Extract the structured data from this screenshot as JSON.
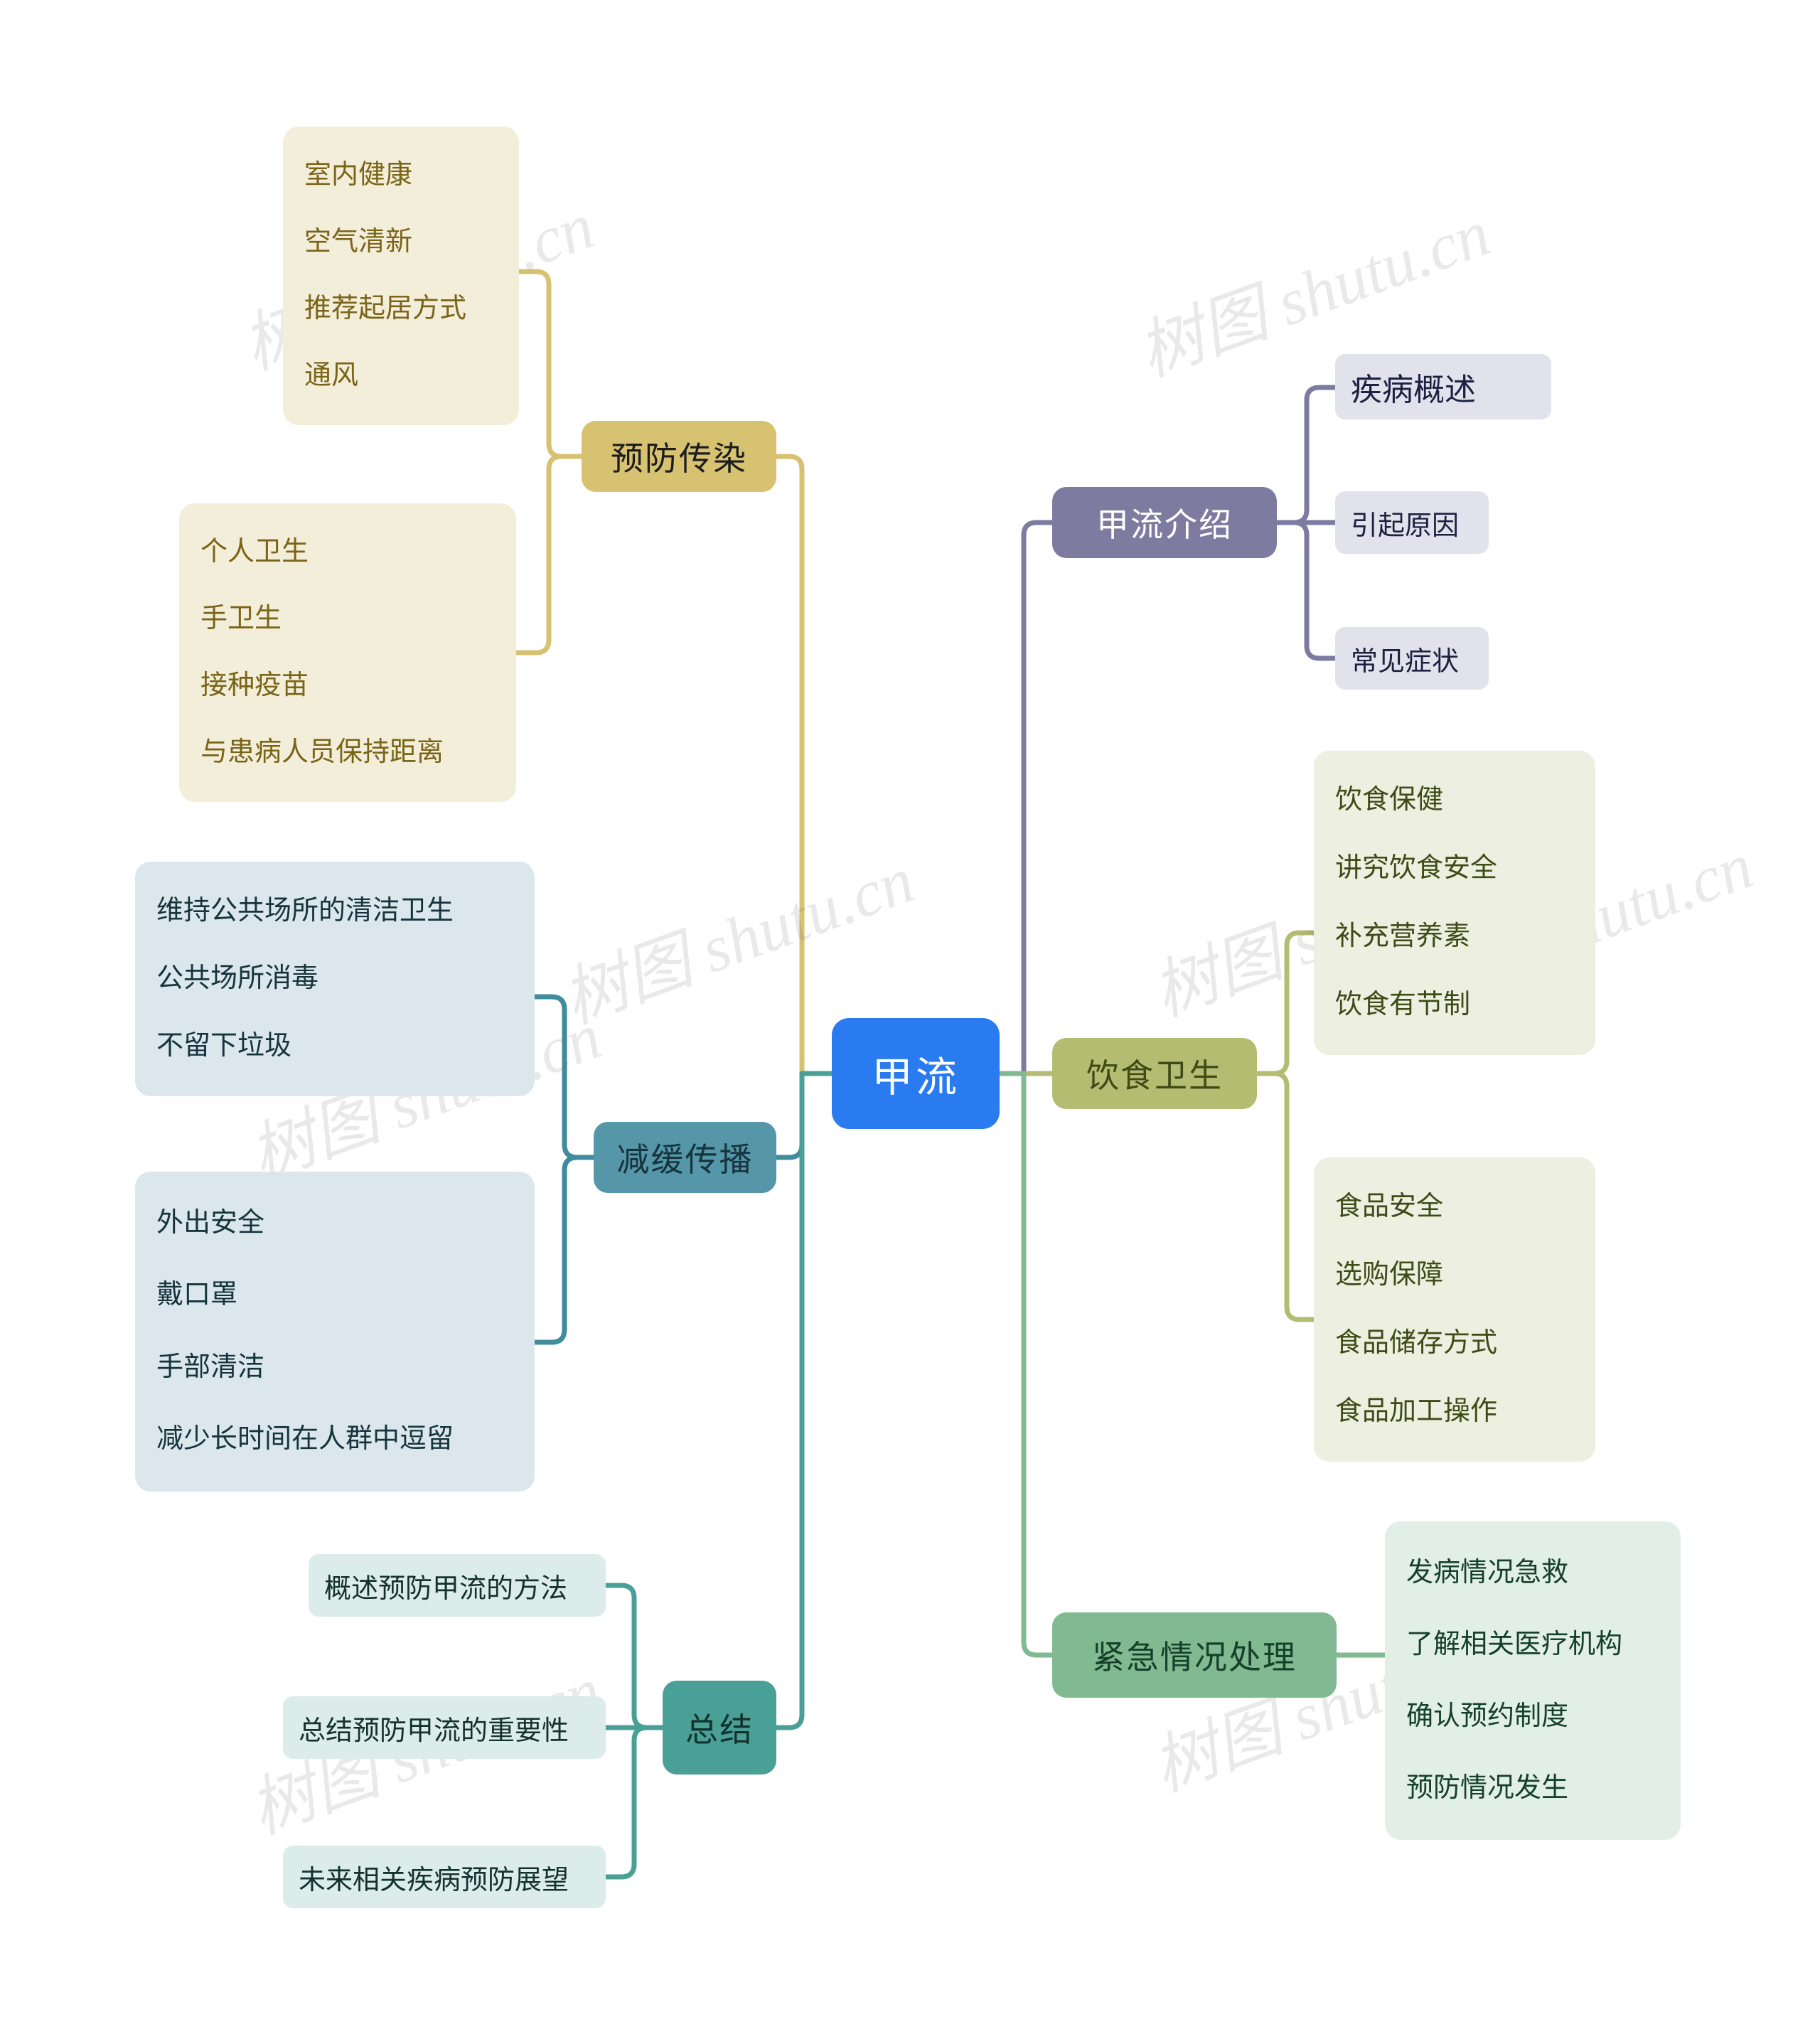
{
  "meta": {
    "title": "甲流",
    "watermark_text": "树图 shutu.cn",
    "background": "#ffffff"
  },
  "colors": {
    "root": "#2a7bf0",
    "prevention": "#d6c271",
    "prevention_light": "#f3eed9",
    "slowspread": "#5596a8",
    "slowspread_light": "#dbe7ed",
    "intro": "#7d7ca0",
    "intro_light": "#e2e2ec",
    "diet": "#b4bc72",
    "diet_light": "#edefe0",
    "emergency": "#81ba91",
    "emergency_light": "#e2efe7",
    "summary": "#4aa096",
    "summary_light": "#dceceb"
  },
  "root": {
    "label": "甲流"
  },
  "branches": {
    "prevention": {
      "label": "预防传染",
      "groups": [
        {
          "items": [
            "室内健康",
            "空气清新",
            "推荐起居方式",
            "通风"
          ]
        },
        {
          "items": [
            "个人卫生",
            "手卫生",
            "接种疫苗",
            "与患病人员保持距离"
          ]
        }
      ]
    },
    "slowspread": {
      "label": "减缓传播",
      "groups": [
        {
          "items": [
            "维持公共场所的清洁卫生",
            "公共场所消毒",
            "不留下垃圾"
          ]
        },
        {
          "items": [
            "外出安全",
            "戴口罩",
            "手部清洁",
            "减少长时间在人群中逗留"
          ]
        }
      ]
    },
    "summary": {
      "label": "总结",
      "items": [
        "概述预防甲流的方法",
        "总结预防甲流的重要性",
        "未来相关疾病预防展望"
      ]
    },
    "intro": {
      "label": "甲流介绍",
      "items": [
        "疾病概述",
        "引起原因",
        "常见症状"
      ]
    },
    "diet": {
      "label": "饮食卫生",
      "groups": [
        {
          "items": [
            "饮食保健",
            "讲究饮食安全",
            "补充营养素",
            "饮食有节制"
          ]
        },
        {
          "items": [
            "食品安全",
            "选购保障",
            "食品储存方式",
            "食品加工操作"
          ]
        }
      ]
    },
    "emergency": {
      "label": "紧急情况处理",
      "items": [
        "发病情况急救",
        "了解相关医疗机构",
        "确认预约制度",
        "预防情况发生"
      ]
    }
  },
  "watermarks": [
    "树图 shutu.cn",
    "树图 shutu.cn",
    "树图 shutu.cn",
    "树图 shutu.cn",
    "树图 shutu.cn",
    "树图 shutu.cn",
    "树图 shutu.cn",
    "树图 shutu.cn"
  ]
}
